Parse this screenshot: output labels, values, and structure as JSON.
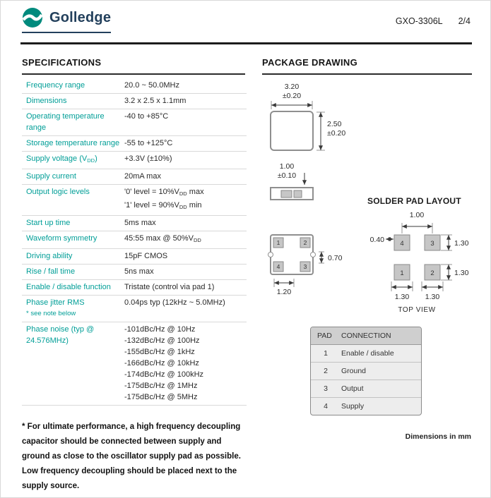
{
  "header": {
    "brand": "Golledge",
    "part_number": "GXO-3306L",
    "page": "2/4"
  },
  "specifications": {
    "title": "SPECIFICATIONS",
    "rows": [
      {
        "label": "Frequency range",
        "values": [
          "20.0 ~ 50.0MHz"
        ]
      },
      {
        "label": "Dimensions",
        "values": [
          "3.2 x 2.5 x 1.1mm"
        ]
      },
      {
        "label": "Operating temperature range",
        "values": [
          "-40 to +85°C"
        ]
      },
      {
        "label": "Storage temperature range",
        "values": [
          "-55 to +125°C"
        ]
      },
      {
        "label": "Supply voltage (VDD)",
        "values": [
          "+3.3V (±10%)"
        ]
      },
      {
        "label": "Supply current",
        "values": [
          "20mA max"
        ]
      },
      {
        "label": "Output logic levels",
        "values": [
          "'0' level = 10%VDD max",
          "'1' level = 90%VDD min"
        ]
      },
      {
        "label": "Start up time",
        "values": [
          "5ms max"
        ]
      },
      {
        "label": "Waveform symmetry",
        "values": [
          "45:55 max @ 50%VDD"
        ]
      },
      {
        "label": "Driving ability",
        "values": [
          "15pF CMOS"
        ]
      },
      {
        "label": "Rise / fall time",
        "values": [
          "5ns max"
        ]
      },
      {
        "label": "Enable / disable function",
        "values": [
          "Tristate (control via pad 1)"
        ]
      },
      {
        "label": "Phase jitter RMS",
        "label_note": "* see note below",
        "values": [
          "0.04ps typ (12kHz ~ 5.0MHz)"
        ]
      },
      {
        "label": "Phase noise (typ @ 24.576MHz)",
        "values": [
          "-101dBc/Hz @ 10Hz",
          "-132dBc/Hz @ 100Hz",
          "-155dBc/Hz @ 1kHz",
          "-166dBc/Hz @ 10kHz",
          "-174dBc/Hz @ 100kHz",
          "-175dBc/Hz @ 1MHz",
          "-175dBc/Hz @ 5MHz"
        ]
      }
    ],
    "footnote": "* For ultimate performance, a high frequency decoupling capacitor should be connected between supply and ground as close to the oscillator supply pad as possible. Low frequency decoupling should be placed next to the supply source."
  },
  "package_drawing": {
    "title": "PACKAGE DRAWING",
    "dims": {
      "width": "3.20",
      "width_tol": "±0.20",
      "height": "2.50",
      "height_tol": "±0.20",
      "thickness": "1.00",
      "thickness_tol": "±0.10",
      "pad_height": "0.70",
      "pad_pitch": "1.20"
    },
    "bottom_pads": [
      "1",
      "2",
      "4",
      "3"
    ],
    "solder_pad_layout": {
      "title": "SOLDER PAD LAYOUT",
      "pads": [
        "4",
        "3",
        "1",
        "2"
      ],
      "dim_center": "1.00",
      "dim_offset": "0.40",
      "dim_pad_h_top": "1.30",
      "dim_pad_h_bottom": "1.30",
      "dim_pad_w_left": "1.30",
      "dim_pad_w_right": "1.30",
      "view_label": "TOP VIEW"
    },
    "pad_table": {
      "headers": [
        "PAD",
        "CONNECTION"
      ],
      "rows": [
        [
          "1",
          "Enable / disable"
        ],
        [
          "2",
          "Ground"
        ],
        [
          "3",
          "Output"
        ],
        [
          "4",
          "Supply"
        ]
      ]
    },
    "units_note": "Dimensions in mm"
  }
}
